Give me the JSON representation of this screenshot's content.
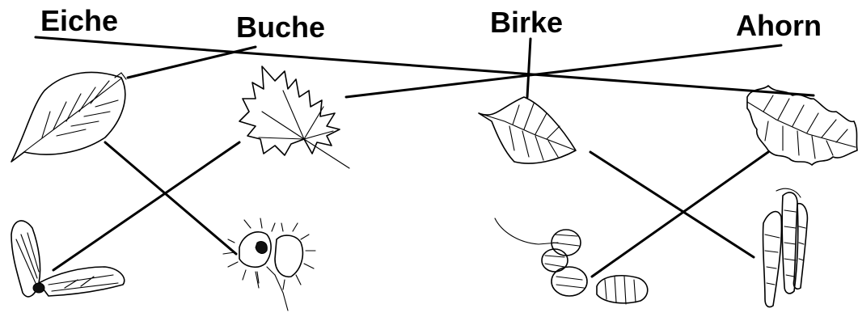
{
  "labels": {
    "eiche": "Eiche",
    "buche": "Buche",
    "birke": "Birke",
    "ahorn": "Ahorn"
  },
  "colors": {
    "ink": "#000000",
    "background": "#ffffff"
  }
}
